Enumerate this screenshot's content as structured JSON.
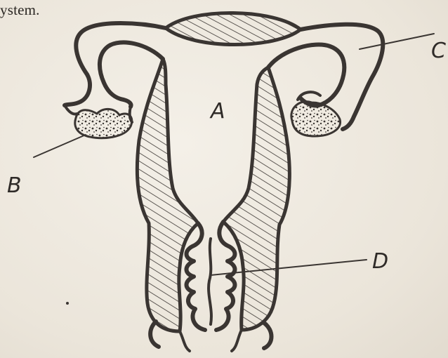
{
  "page_text": "ystem.",
  "labels": {
    "a": "A",
    "b": "B",
    "c": "C",
    "d": "D"
  },
  "colors": {
    "ink": "#3a3532",
    "paper": "#efeae1"
  }
}
